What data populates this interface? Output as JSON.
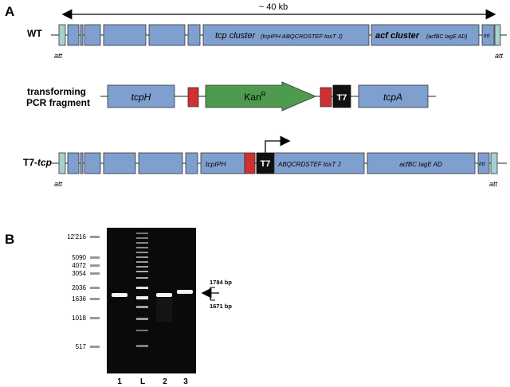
{
  "panel_a": {
    "letter": "A",
    "span_label": "~ 40 kb",
    "wt": {
      "label": "WT",
      "att_left": "att",
      "att_right": "att",
      "tcp_cluster": "tcp cluster",
      "tcp_genes": "(tcpIPH  ABQCRDSTEF toxT J)",
      "acf_cluster": "acf cluster",
      "acf_genes": "(acfBC tagE AD)",
      "int": "int"
    },
    "pcr": {
      "label_line1": "transforming",
      "label_line2": "PCR fragment",
      "tcph": "tcpH",
      "kan": "Kan",
      "kan_sup": "R",
      "t7": "T7",
      "tcpa": "tcpA"
    },
    "t7tcp": {
      "label_prefix": "T7-",
      "label_italic": "tcp",
      "att_left": "att",
      "att_right": "att",
      "tcpiph": "tcpIPH",
      "t7": "T7",
      "genes": "ABQCRDSTEF toxT J",
      "acf_genes": "acfBC tagE AD",
      "int": "int"
    },
    "colors": {
      "gene": "#7f9fcf",
      "att": "#a8d0d0",
      "kan": "#4e9a4e",
      "flank": "#d03030",
      "t7": "#111111"
    }
  },
  "panel_b": {
    "letter": "B",
    "markers": [
      "12'216",
      "5090",
      "4072",
      "3054",
      "2036",
      "1636",
      "1018",
      "517"
    ],
    "lanes": [
      "1",
      "L",
      "2",
      "3"
    ],
    "size_upper": "1784 bp",
    "size_lower": "1671 bp"
  }
}
